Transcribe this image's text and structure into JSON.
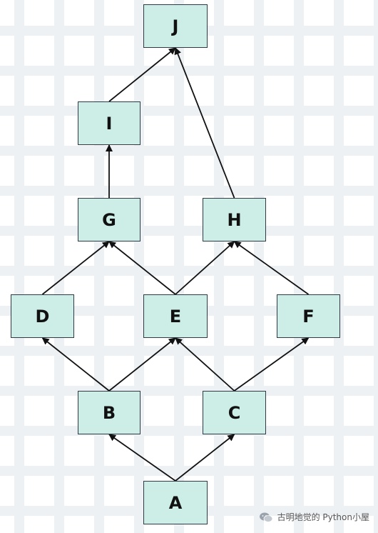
{
  "diagram": {
    "nodes": {
      "J": "J",
      "I": "I",
      "G": "G",
      "H": "H",
      "D": "D",
      "E": "E",
      "F": "F",
      "B": "B",
      "C": "C",
      "A": "A"
    },
    "edges": [
      {
        "from": "A",
        "to": "B"
      },
      {
        "from": "A",
        "to": "C"
      },
      {
        "from": "B",
        "to": "D"
      },
      {
        "from": "B",
        "to": "E"
      },
      {
        "from": "C",
        "to": "E"
      },
      {
        "from": "C",
        "to": "F"
      },
      {
        "from": "D",
        "to": "G"
      },
      {
        "from": "E",
        "to": "G"
      },
      {
        "from": "E",
        "to": "H"
      },
      {
        "from": "F",
        "to": "H"
      },
      {
        "from": "G",
        "to": "I"
      },
      {
        "from": "I",
        "to": "J"
      },
      {
        "from": "H",
        "to": "J"
      }
    ],
    "colors": {
      "node_fill": "#cdeee6",
      "node_border": "#2f3a46",
      "edge": "#111111"
    }
  },
  "watermark": {
    "text": "古明地觉的 Python小屋",
    "icon": "wechat-icon"
  }
}
